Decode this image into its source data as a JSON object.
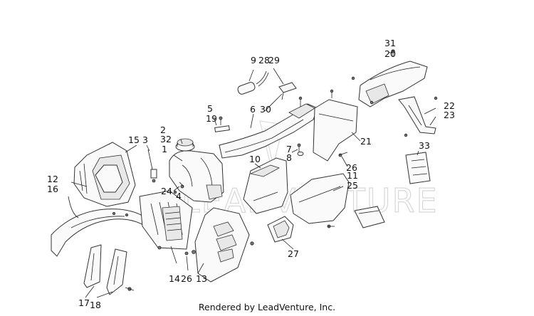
{
  "callouts": [
    "1",
    "2",
    "3",
    "4",
    "5",
    "6",
    "7",
    "8",
    "9",
    "10",
    "11",
    "12",
    "13",
    "14",
    "15",
    "16",
    "17",
    "18",
    "19",
    "20",
    "21",
    "22",
    "23",
    "24",
    "25",
    "26",
    "26",
    "27",
    "28",
    "29",
    "30",
    "31",
    "32",
    "33"
  ],
  "watermark": "LEADVENTURE",
  "footer": "Rendered by LeadVenture, Inc.",
  "colors": {
    "ink": "#222222",
    "fill": "#fafafa",
    "watermark": "#d8d8d8"
  }
}
